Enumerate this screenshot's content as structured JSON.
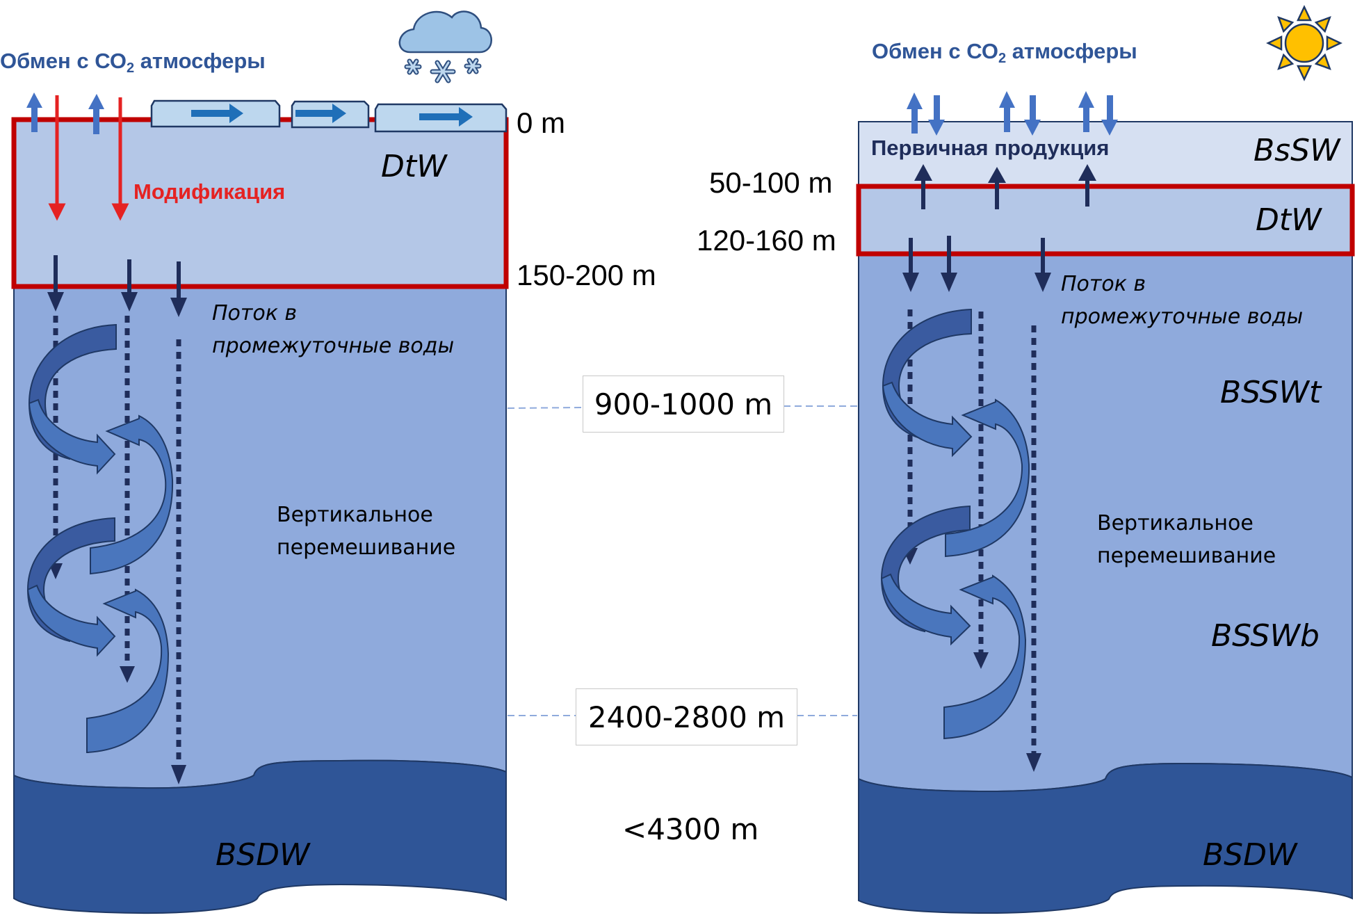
{
  "left_panel": {
    "co2_label": {
      "prefix": "Обмен с СО",
      "sub": "2",
      "suffix": " атмосферы"
    },
    "weather_icon": "cloud-snow-icon",
    "depth_surface": "0 m",
    "depth_dtw_bottom": "150-200 m",
    "layer_dtw": "DtW",
    "modification_label": "Модификация",
    "flow_label_line1": "Поток в",
    "flow_label_line2": "промежуточные воды",
    "mixing_label_line1": "Вертикальное",
    "mixing_label_line2": "перемешивание",
    "layer_bottom": "BSDW"
  },
  "right_panel": {
    "co2_label": {
      "prefix": "Обмен с СО",
      "sub": "2",
      "suffix": " атмосферы"
    },
    "weather_icon": "sun-icon",
    "primary_production_label": "Первичная продукция",
    "layer_surface": "BsSW",
    "layer_dtw": "DtW",
    "depth_bssw_bottom": "50-100 m",
    "depth_dtw_bottom": "120-160 m",
    "flow_label_line1": "Поток в",
    "flow_label_line2": "промежуточные воды",
    "layer_upper_intermediate": "BSSWt",
    "mixing_label_line1": "Вертикальное",
    "mixing_label_line2": "перемешивание",
    "layer_lower_intermediate": "BSSWb",
    "layer_bottom": "BSDW"
  },
  "center_depths": {
    "upper_boundary": "900-1000 m",
    "lower_boundary": "2400-2800 m",
    "max_depth": "<4300 m"
  },
  "colors": {
    "surface_light": "#d6e0f2",
    "dtw_fill": "#b4c7e7",
    "intermediate_fill": "#8faadc",
    "deep_fill": "#2f5597",
    "red_frame": "#c00000",
    "red_arrow": "#e52222",
    "navy_arrow": "#1f2d5a",
    "co2_arrow": "#4472c4",
    "ice_fill": "#bdd7ee",
    "ice_arrow": "#1f6fb8",
    "spiral_dark": "#3a5ba0",
    "spiral_light": "#4a76bd",
    "sun_fill": "#ffc000"
  }
}
